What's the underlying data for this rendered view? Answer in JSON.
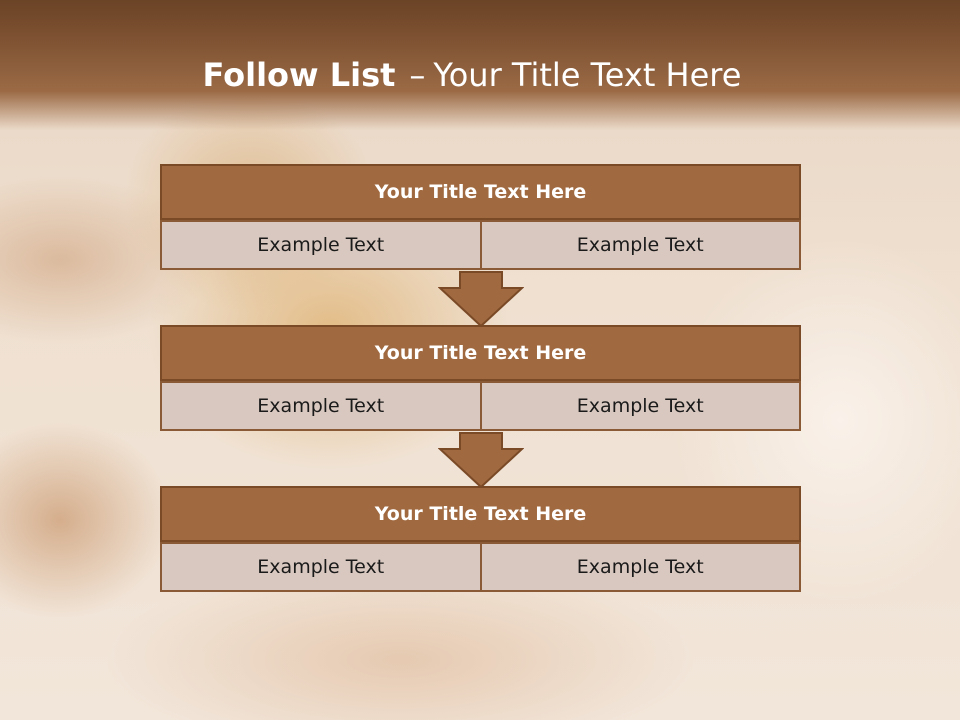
{
  "slide": {
    "title_bold": "Follow List",
    "title_separator": "–",
    "title_rest": "Your Title Text Here"
  },
  "blocks": [
    {
      "title": "Your Title Text Here",
      "cells": [
        "Example Text",
        "Example Text"
      ]
    },
    {
      "title": "Your Title Text Here",
      "cells": [
        "Example Text",
        "Example Text"
      ]
    },
    {
      "title": "Your Title Text Here",
      "cells": [
        "Example Text",
        "Example Text"
      ]
    }
  ],
  "colors": {
    "header_bar": "#7e5232",
    "block_title_fill": "#a0693f",
    "cell_fill": "#d9c8bf",
    "arrow_fill": "#a0693f",
    "border": "#7a4a27"
  }
}
